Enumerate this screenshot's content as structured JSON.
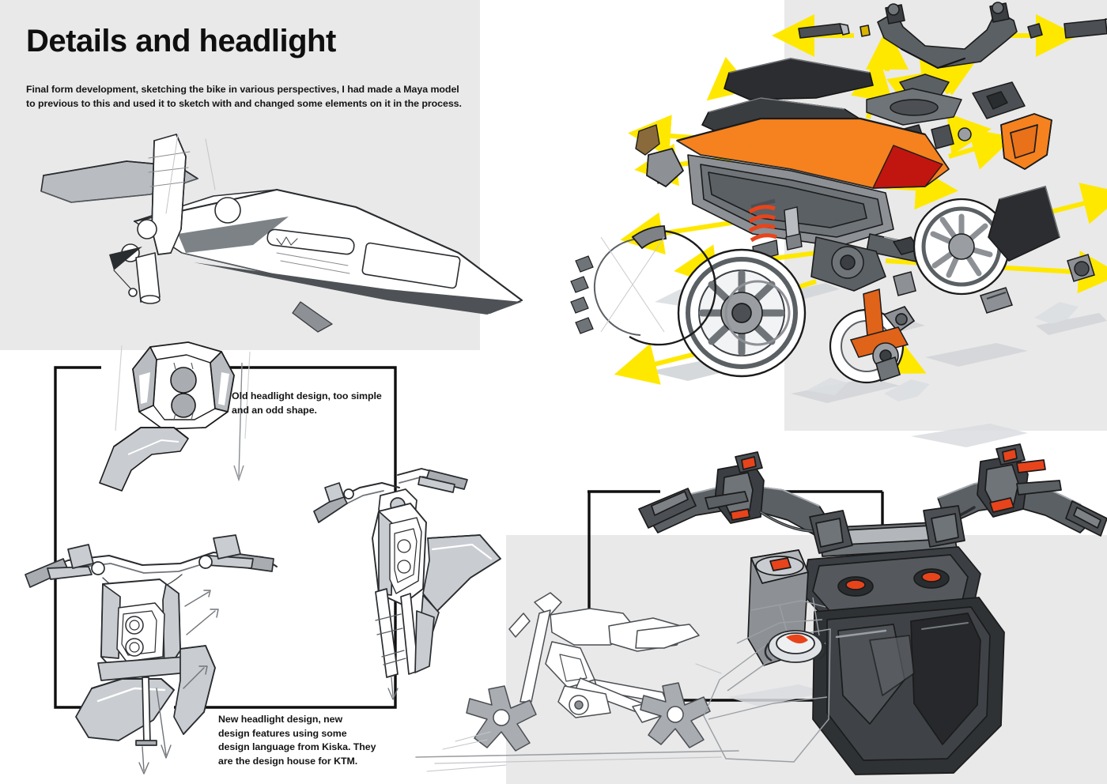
{
  "page": {
    "title": "Details and headlight",
    "intro": "Final form development, sketching the bike in various perspectives, I had made a Maya model to previous to this and used it to sketch with and changed some elements on it in the process.",
    "background_color": "#ffffff",
    "panel_color": "#e9e9e9"
  },
  "callouts": {
    "old_headlight": "Old headlight design, too simple and an odd shape.",
    "new_headlight": "New headlight design, new design features using some design language from Kiska. They are the design house for KTM."
  },
  "palette": {
    "accent_orange": "#f5821f",
    "accent_red_orange": "#e8441c",
    "arrow_yellow": "#ffe800",
    "deep_red": "#c0160f",
    "line_dark": "#1b1b1b",
    "sketch_grey": "#a9adb2",
    "sketch_grey_dark": "#6f7479",
    "sketch_grey_light": "#d2d5d8",
    "panel_grey": "#e9e9e9",
    "ground_shadow": "#cfd2d5"
  },
  "artwork": {
    "top_left_sketch": "greyscale-perspective-sketch-of-motorcycle-tail-and-swingarm",
    "exploded_view": "exploded-assembly-view-of-motorcycle-with-yellow-direction-arrows",
    "old_headlight_sketch": "greyscale-sketch-of-old-faceted-headlight-mask-with-two-round-lamps",
    "front_view_sketch": "front-three-quarter-sketch-of-handlebars-headlight-and-front-fender",
    "fork_detail_sketch": "sketch-of-front-fork-headlight-unit-and-front-fender",
    "side_silhouette_sketch": "side-view-line-sketch-of-complete-motorcycle-with-star-wheels",
    "cockpit_render": "rendered-cockpit-view-of-handlebars-controls-and-fuel-tank"
  }
}
